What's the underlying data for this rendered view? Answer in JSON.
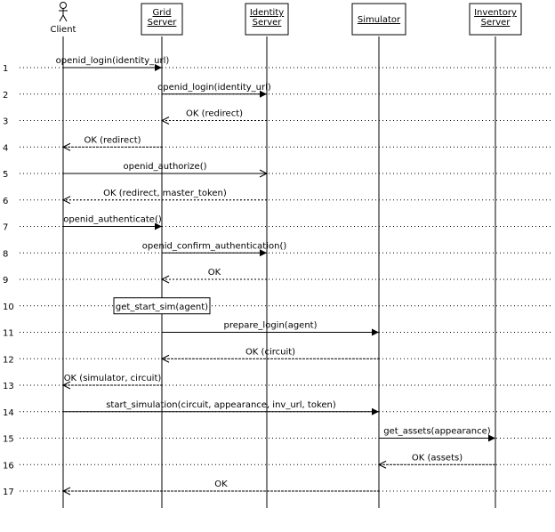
{
  "participants": [
    {
      "id": "client",
      "lines": [
        "Client"
      ],
      "kind": "actor"
    },
    {
      "id": "grid",
      "lines": [
        "Grid",
        "Server"
      ],
      "kind": "box"
    },
    {
      "id": "identity",
      "lines": [
        "Identity",
        "Server"
      ],
      "kind": "box"
    },
    {
      "id": "simulator",
      "lines": [
        "Simulator"
      ],
      "kind": "box"
    },
    {
      "id": "inventory",
      "lines": [
        "Inventory",
        "Server"
      ],
      "kind": "box"
    }
  ],
  "rows": [
    "1",
    "2",
    "3",
    "4",
    "5",
    "6",
    "7",
    "8",
    "9",
    "10",
    "11",
    "12",
    "13",
    "14",
    "15",
    "16",
    "17"
  ],
  "messages": [
    {
      "row": 1,
      "from": "client",
      "to": "grid",
      "label": "openid_login(identity_url)",
      "style": "sync"
    },
    {
      "row": 2,
      "from": "grid",
      "to": "identity",
      "label": "openid_login(identity_url)",
      "style": "sync"
    },
    {
      "row": 3,
      "from": "identity",
      "to": "grid",
      "label": "OK (redirect)",
      "style": "return"
    },
    {
      "row": 4,
      "from": "grid",
      "to": "client",
      "label": "OK (redirect)",
      "style": "return"
    },
    {
      "row": 5,
      "from": "client",
      "to": "identity",
      "label": "openid_authorize()",
      "style": "async"
    },
    {
      "row": 6,
      "from": "identity",
      "to": "client",
      "label": "OK (redirect, master_token)",
      "style": "return"
    },
    {
      "row": 7,
      "from": "client",
      "to": "grid",
      "label": "openid_authenticate()",
      "style": "sync"
    },
    {
      "row": 8,
      "from": "grid",
      "to": "identity",
      "label": "openid_confirm_authentication()",
      "style": "sync"
    },
    {
      "row": 9,
      "from": "identity",
      "to": "grid",
      "label": "OK",
      "style": "return"
    },
    {
      "row": 10,
      "from": "grid",
      "to": "grid",
      "label": "get_start_sim(agent)",
      "style": "note"
    },
    {
      "row": 11,
      "from": "grid",
      "to": "simulator",
      "label": "prepare_login(agent)",
      "style": "sync"
    },
    {
      "row": 12,
      "from": "simulator",
      "to": "grid",
      "label": "OK (circuit)",
      "style": "return"
    },
    {
      "row": 13,
      "from": "grid",
      "to": "client",
      "label": "OK (simulator, circuit)",
      "style": "return"
    },
    {
      "row": 14,
      "from": "client",
      "to": "simulator",
      "label": "start_simulation(circuit, appearance, inv_url, token)",
      "style": "sync"
    },
    {
      "row": 15,
      "from": "simulator",
      "to": "inventory",
      "label": "get_assets(appearance)",
      "style": "sync"
    },
    {
      "row": 16,
      "from": "inventory",
      "to": "simulator",
      "label": "OK (assets)",
      "style": "return"
    },
    {
      "row": 17,
      "from": "simulator",
      "to": "client",
      "label": "OK",
      "style": "return"
    }
  ],
  "colors": {
    "line": "#000000",
    "dots": "#000000",
    "background": "#ffffff"
  }
}
